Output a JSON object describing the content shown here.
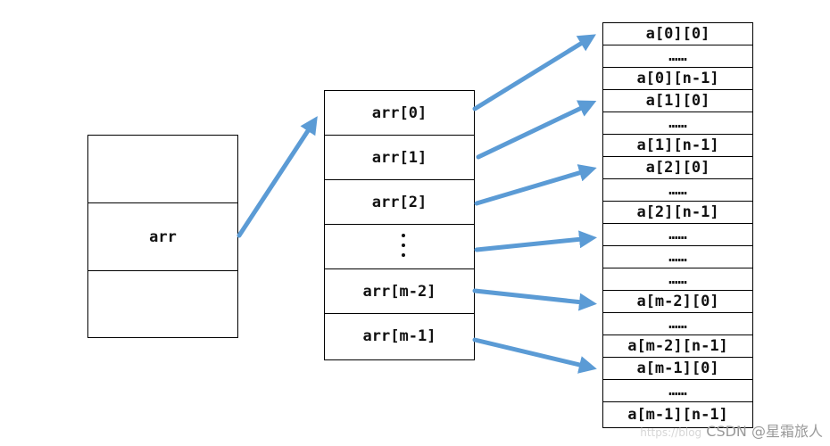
{
  "pointer_var": [
    "",
    "arr",
    ""
  ],
  "row_pointers": [
    "arr[0]",
    "arr[1]",
    "arr[2]",
    "",
    "arr[m-2]",
    "arr[m-1]"
  ],
  "elements": [
    "a[0][0]",
    "……",
    "a[0][n-1]",
    "a[1][0]",
    "……",
    "a[1][n-1]",
    "a[2][0]",
    "……",
    "a[2][n-1]",
    "……",
    "……",
    "……",
    "a[m-2][0]",
    "……",
    "a[m-2][n-1]",
    "a[m-1][0]",
    "……",
    "a[m-1][n-1]"
  ],
  "watermark": {
    "faint": "https://blog",
    "main": "CSDN @星霜旅人"
  },
  "colors": {
    "arrow": "#5b9bd5",
    "border": "#000000"
  }
}
